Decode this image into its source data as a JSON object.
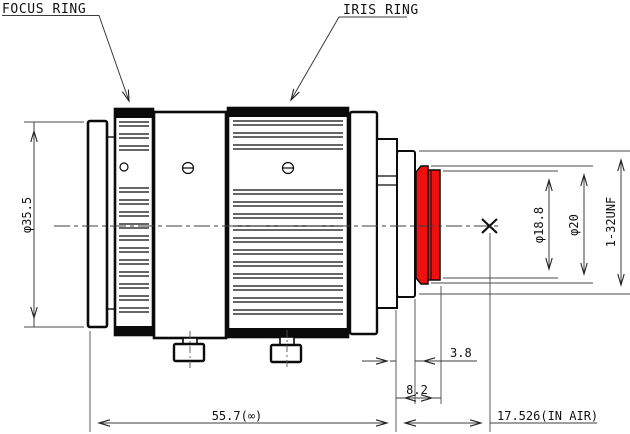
{
  "drawing": {
    "labels": {
      "focus_ring": "FOCUS RING",
      "iris_ring": "IRIS RING"
    },
    "dimensions": {
      "front_diameter": "φ35.5",
      "image_circle_diameter": "φ18.8",
      "mount_pilot_diameter": "φ20",
      "mount_thread": "1-32UNF",
      "thread_standoff": "3.8",
      "rear_protrusion": "8.2",
      "overall_length": "55.7(∞)",
      "flange_focal_distance": "17.526(IN AIR)"
    },
    "colors": {
      "line": "#0b0b0b",
      "dimension_line": "#3c3c3c",
      "mount_highlight": "#ee0f0f",
      "background": "#ffffff"
    }
  }
}
